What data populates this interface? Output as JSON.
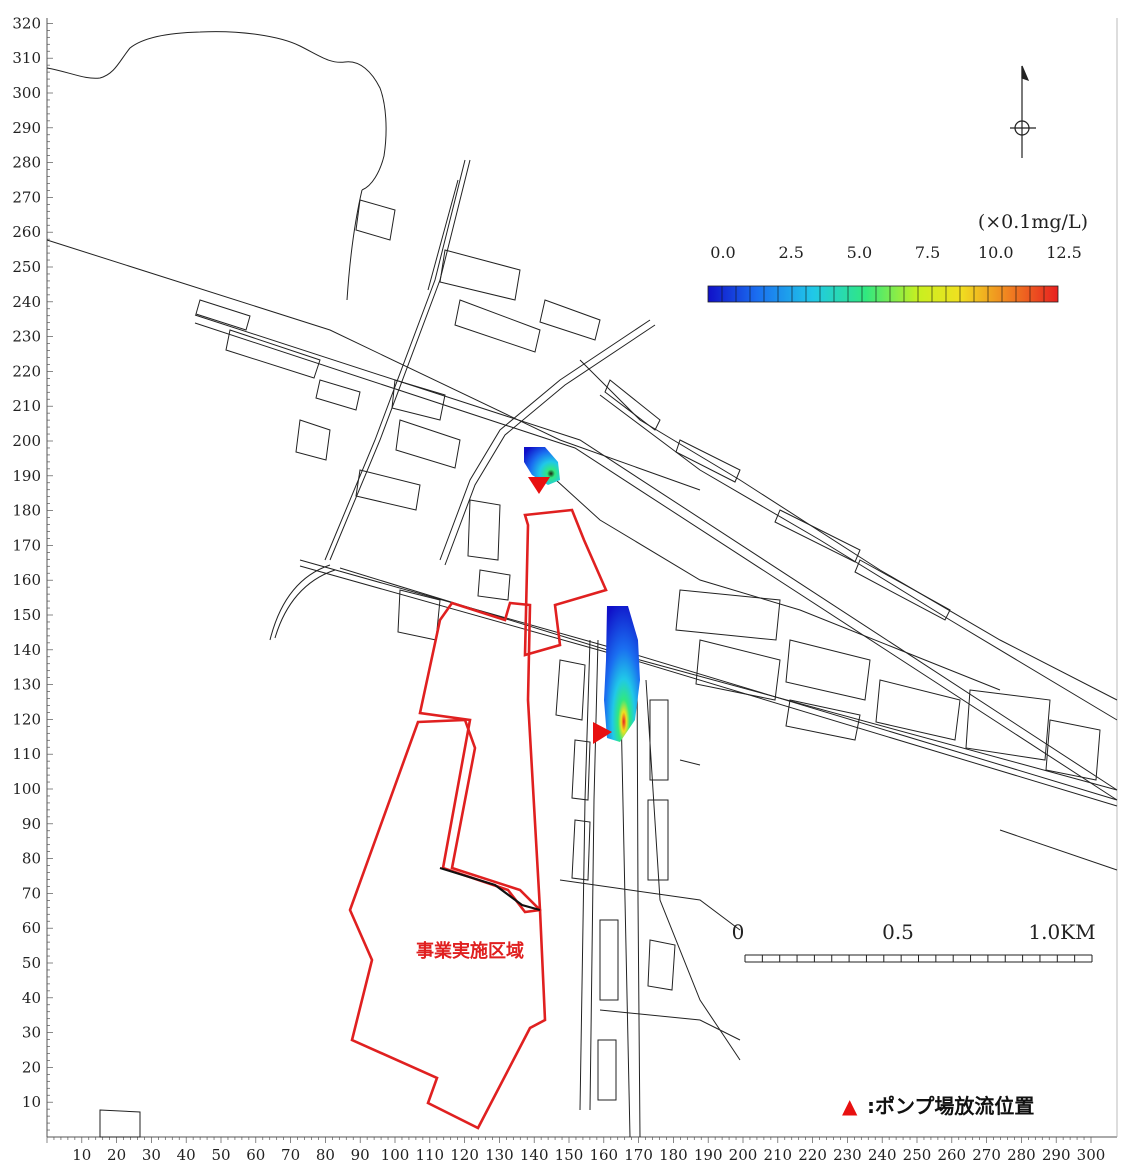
{
  "axes": {
    "x_labels": [
      "10",
      "20",
      "30",
      "40",
      "50",
      "60",
      "70",
      "80",
      "90",
      "100",
      "110",
      "120",
      "130",
      "140",
      "150",
      "160",
      "170",
      "180",
      "190",
      "200",
      "210",
      "220",
      "230",
      "240",
      "250",
      "260",
      "270",
      "280",
      "290",
      "300"
    ],
    "y_labels": [
      "320",
      "310",
      "300",
      "290",
      "280",
      "270",
      "260",
      "250",
      "240",
      "230",
      "220",
      "210",
      "200",
      "190",
      "180",
      "170",
      "160",
      "150",
      "140",
      "130",
      "120",
      "110",
      "100",
      "90",
      "80",
      "70",
      "60",
      "50",
      "40",
      "30",
      "20",
      "10"
    ]
  },
  "legend": {
    "unit": "(×0.1mg/L)",
    "ticks": [
      "0.0",
      "2.5",
      "5.0",
      "7.5",
      "10.0",
      "12.5"
    ],
    "gradient_colors": [
      "#1010c8",
      "#1a6ef0",
      "#20c8e8",
      "#30e880",
      "#c8f020",
      "#f0e020",
      "#f08020",
      "#e82020"
    ]
  },
  "scale_bar": {
    "labels": [
      "0",
      "0.5",
      "1.0KM"
    ]
  },
  "project_area": {
    "label": "事業実施区域",
    "color": "#e02020"
  },
  "pump_legend": {
    "symbol": "▲",
    "text": ":ポンプ場放流位置",
    "color": "#e81010"
  }
}
